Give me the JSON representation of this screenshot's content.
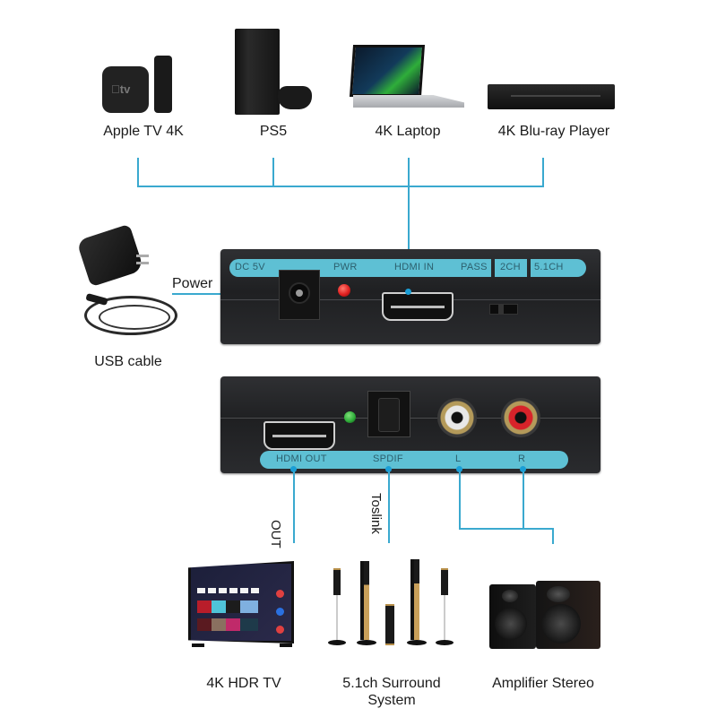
{
  "sources": [
    {
      "id": "apple-tv",
      "label": "Apple TV 4K",
      "icon": "apple-tv-icon"
    },
    {
      "id": "ps5",
      "label": "PS5",
      "icon": "game-console-icon"
    },
    {
      "id": "laptop",
      "label": "4K Laptop",
      "icon": "laptop-icon"
    },
    {
      "id": "bluray",
      "label": "4K Blu-ray Player",
      "icon": "bluray-player-icon"
    }
  ],
  "power": {
    "label": "Power",
    "adapter_label": "USB cable"
  },
  "front_panel": {
    "labels": [
      "DC 5V",
      "PWR",
      "HDMI IN",
      "PASS",
      "2CH",
      "5.1CH"
    ],
    "led_color": "#e02020"
  },
  "rear_panel": {
    "labels": [
      "HDMI OUT",
      "SPDIF",
      "L",
      "R"
    ],
    "led_color": "#2fae3a"
  },
  "connections": {
    "out_label": "OUT",
    "toslink_label": "Toslink"
  },
  "outputs": [
    {
      "id": "tv",
      "label": "4K HDR TV",
      "icon": "tv-icon"
    },
    {
      "id": "surround",
      "label_line1": "5.1ch Surround",
      "label_line2": "System",
      "icon": "surround-speakers-icon"
    },
    {
      "id": "stereo",
      "label": "Amplifier Stereo",
      "icon": "stereo-speakers-icon"
    }
  ],
  "colors": {
    "connector_line": "#3aa9cf",
    "panel_strip": "#5ec0d4",
    "device_body": "#222326"
  }
}
